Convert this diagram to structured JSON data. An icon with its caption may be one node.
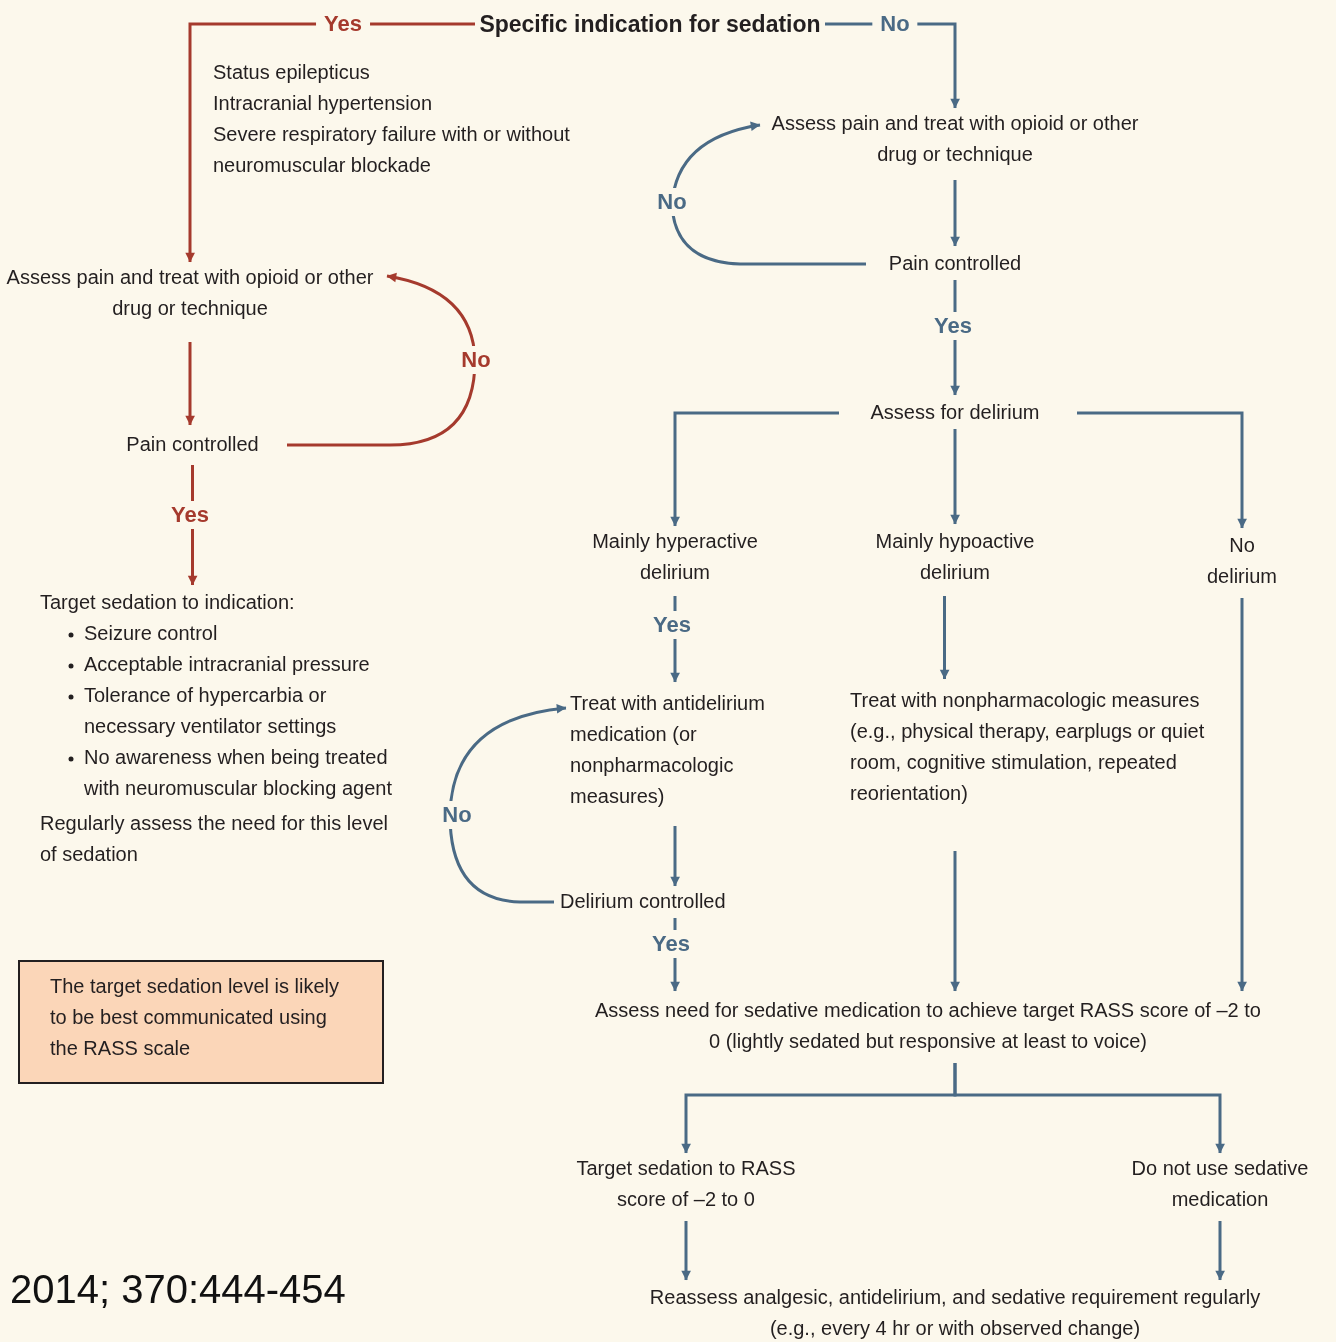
{
  "diagram": {
    "nodes": [
      {
        "text": [
          "Specific indication for sedation"
        ]
      },
      {
        "text": [
          "Assess pain and treat with opioid or other drug or technique"
        ]
      },
      {
        "text": [
          "Pain controlled"
        ]
      },
      {
        "text": [
          "Target sedation to indication:",
          "Seizure control",
          "Acceptable intracranial pressure",
          "Tolerance of hypercarbia or necessary ventilator settings",
          "No awareness when being treated with neuromuscular blocking agent",
          "Regularly assess the need for this level of sedation"
        ]
      },
      {
        "text": [
          "The target sedation level is likely to be best communicated using the RASS scale"
        ]
      },
      {
        "text": [
          "Assess pain and treat with opioid or other drug or technique"
        ]
      },
      {
        "text": [
          "Pain controlled"
        ]
      },
      {
        "text": [
          "Assess for delirium"
        ]
      },
      {
        "text": [
          "Mainly hyperactive delirium"
        ]
      },
      {
        "text": [
          "Mainly hypoactive delirium"
        ]
      },
      {
        "text": [
          "No delirium"
        ]
      },
      {
        "text": [
          "Treat with antidelirium medication (or nonpharmacologic measures)"
        ]
      },
      {
        "text": [
          "Treat with nonpharmacologic measures (e.g., physical therapy, earplugs or quiet room, cognitive stimulation, repeated reorientation)"
        ]
      },
      {
        "text": [
          "Delirium controlled"
        ]
      },
      {
        "text": [
          "Assess need for sedative medication to achieve target RASS score of –2 to 0 (lightly sedated but responsive at least to voice)"
        ]
      },
      {
        "text": [
          "Target sedation to RASS score of –2 to 0"
        ]
      },
      {
        "text": [
          "Do not use sedative medication"
        ]
      },
      {
        "text": [
          "Reassess analgesic, antidelirium, and sedative requirement regularly (e.g., every 4 hr or with observed change)"
        ]
      }
    ],
    "edges": [
      {
        "from": 0,
        "to": 1,
        "arrow": "to",
        "label": "Yes",
        "color": "#a53a2d"
      },
      {
        "from": 0,
        "to": 5,
        "arrow": "to",
        "label": "No"
      },
      {
        "from": 1,
        "to": 2,
        "arrow": "to",
        "color": "#a53a2d"
      },
      {
        "from": 2,
        "to": 1,
        "arrow": "to",
        "label": "No",
        "color": "#a53a2d"
      },
      {
        "from": 2,
        "to": 3,
        "arrow": "to",
        "label": "Yes",
        "color": "#a53a2d"
      },
      {
        "from": 5,
        "to": 6,
        "arrow": "to"
      },
      {
        "from": 6,
        "to": 5,
        "arrow": "to",
        "label": "No"
      },
      {
        "from": 6,
        "to": 7,
        "arrow": "to",
        "label": "Yes"
      },
      {
        "from": 7,
        "to": 8,
        "arrow": "to"
      },
      {
        "from": 7,
        "to": 9,
        "arrow": "to"
      },
      {
        "from": 7,
        "to": 10,
        "arrow": "to"
      },
      {
        "from": 8,
        "to": 11,
        "arrow": "to",
        "label": "Yes"
      },
      {
        "from": 9,
        "to": 12,
        "arrow": "to"
      },
      {
        "from": 11,
        "to": 13,
        "arrow": "to"
      },
      {
        "from": 13,
        "to": 11,
        "arrow": "to",
        "label": "No"
      },
      {
        "from": 13,
        "to": 14,
        "arrow": "to",
        "label": "Yes"
      },
      {
        "from": 12,
        "to": 14,
        "arrow": "to"
      },
      {
        "from": 10,
        "to": 14,
        "arrow": "to"
      },
      {
        "from": 14,
        "to": 15,
        "arrow": "to"
      },
      {
        "from": 14,
        "to": 16,
        "arrow": "to"
      },
      {
        "from": 15,
        "to": 17,
        "arrow": "to"
      },
      {
        "from": 16,
        "to": 17,
        "arrow": "to"
      }
    ],
    "labels": [
      "Status epilepticus",
      "Intracranial hypertension",
      "Severe respiratory failure with or without neuromuscular blockade",
      "2014; 370:444-454"
    ]
  }
}
